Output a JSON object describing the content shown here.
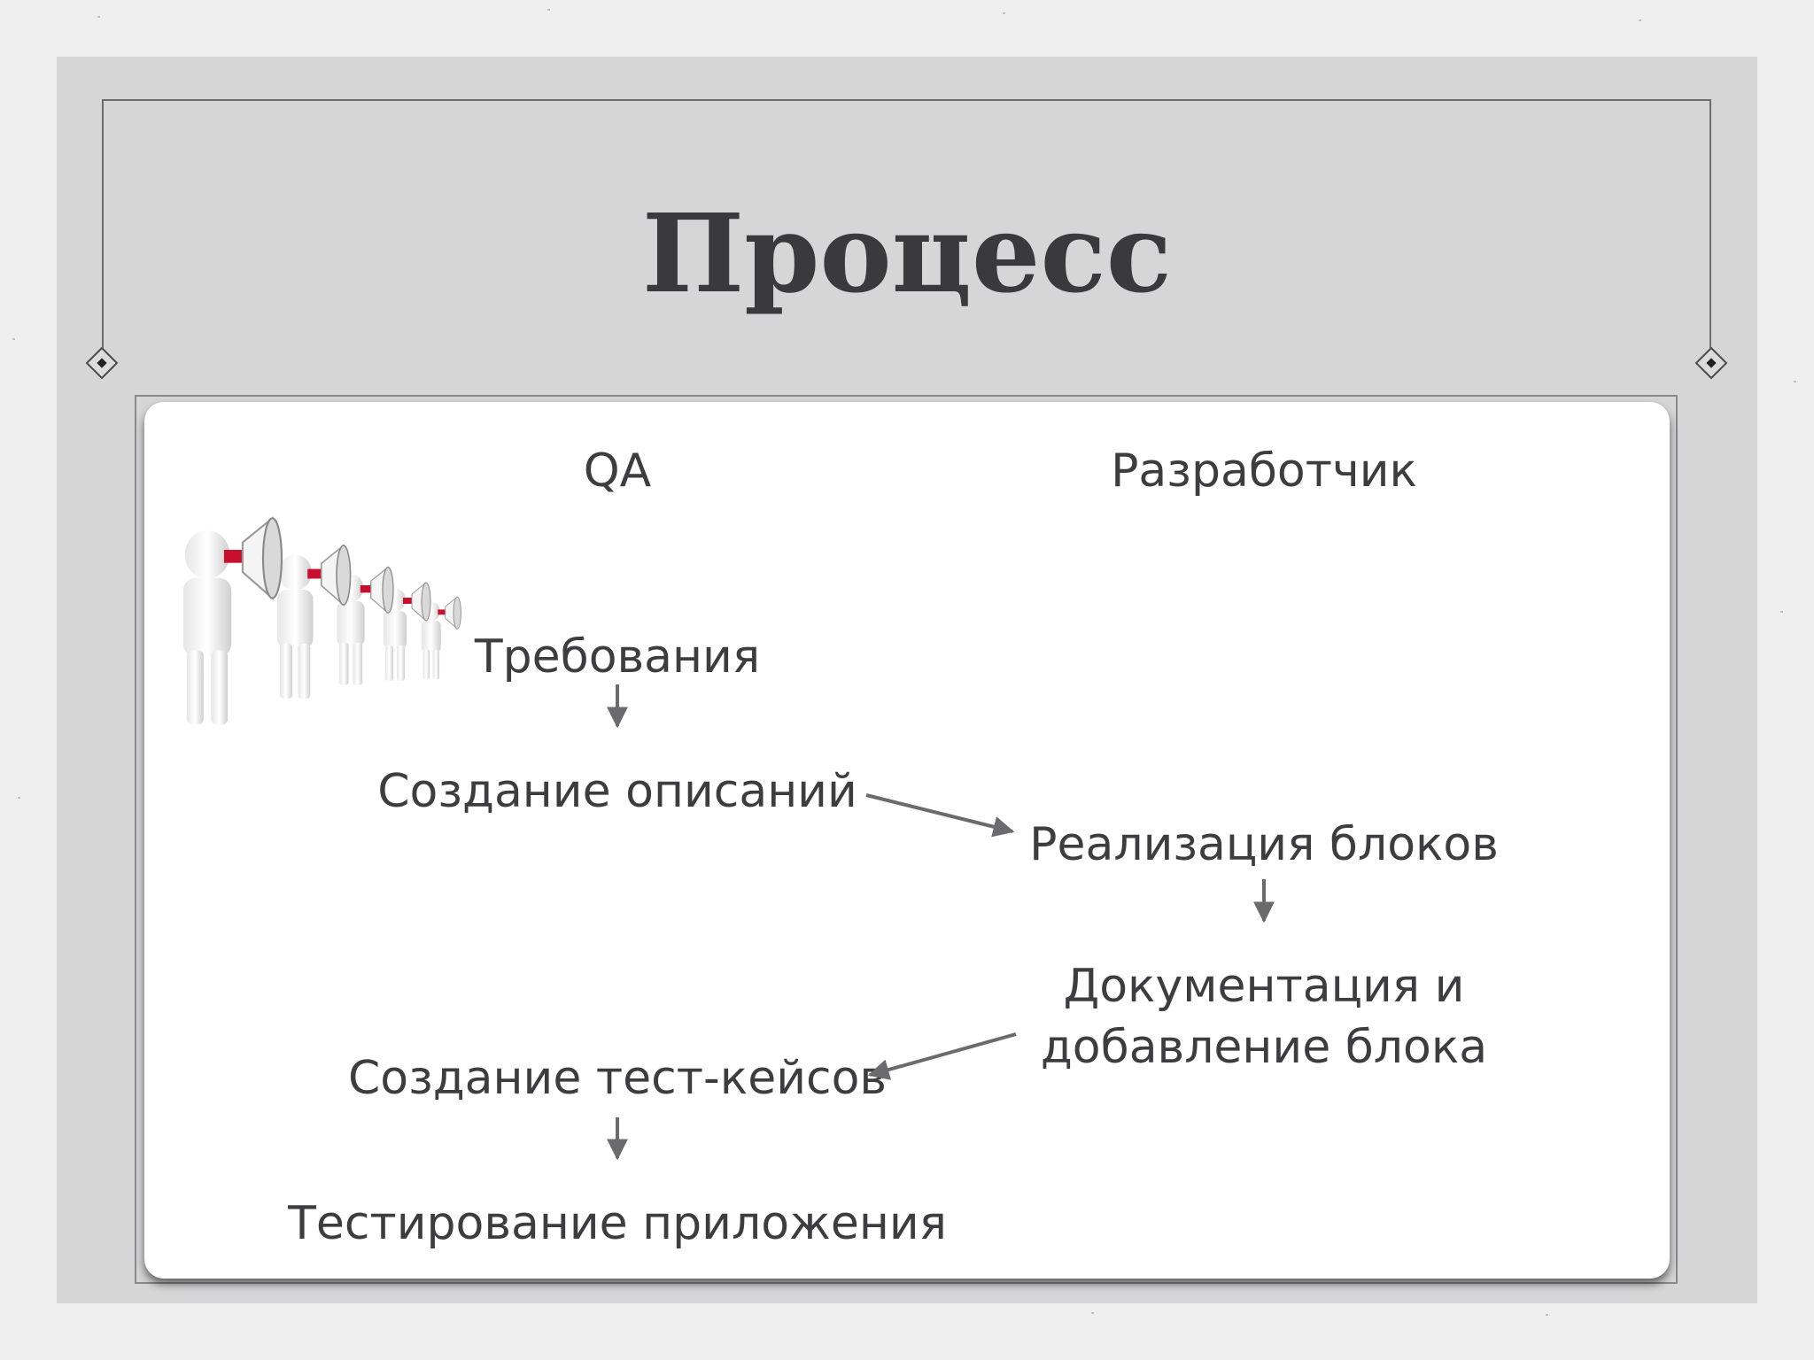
{
  "slide": {
    "title": "Процесс",
    "columns": {
      "qa": "QA",
      "developer": "Разработчик"
    },
    "steps": {
      "requirements": "Требования",
      "create_descriptions": "Создание описаний",
      "implement_blocks": "Реализация блоков",
      "documentation_line1": "Документация и",
      "documentation_line2": "добавление блока",
      "create_test_cases": "Создание тест-кейсов",
      "testing_app": "Тестирование приложения"
    }
  },
  "colors": {
    "background": "#efefef",
    "slide": "#d6d6d7",
    "text": "#3d3d3f",
    "arrow": "#6b6b6d",
    "megaphone_accent": "#c8102e"
  }
}
